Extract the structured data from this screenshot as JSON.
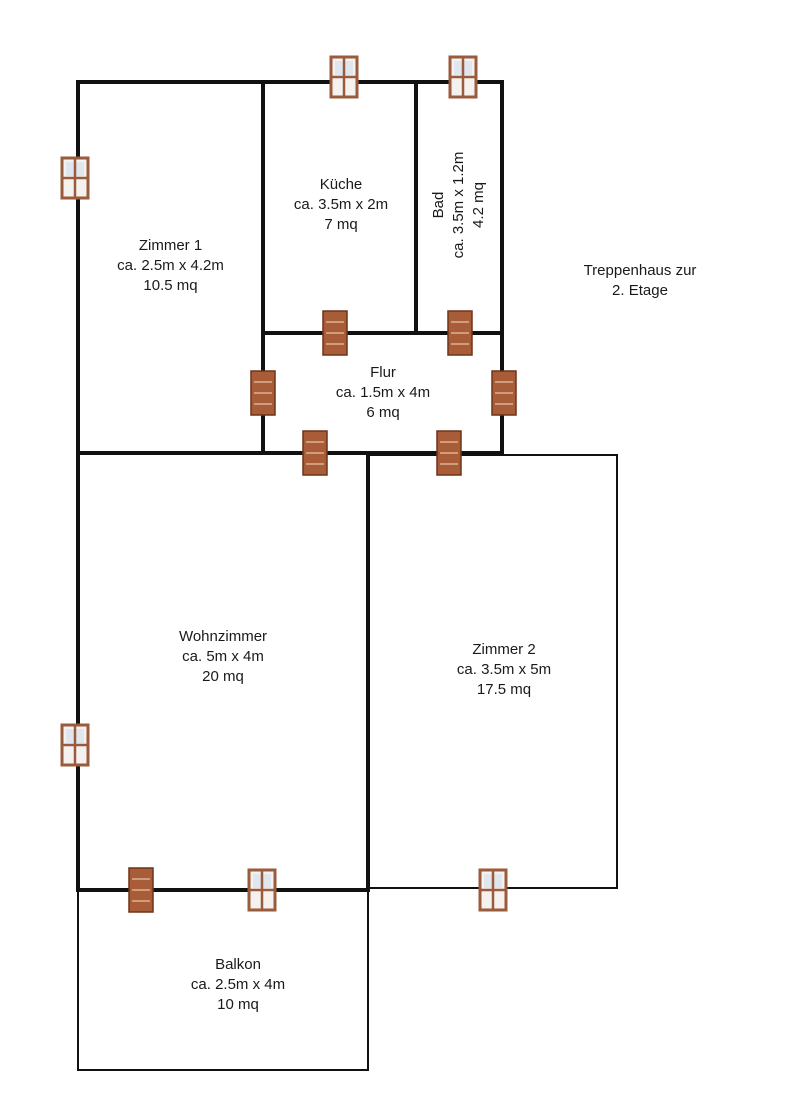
{
  "rooms": {
    "zimmer1": {
      "name": "Zimmer 1",
      "dims": "ca. 2.5m x 4.2m",
      "area": "10.5 mq"
    },
    "kueche": {
      "name": "Küche",
      "dims": "ca. 3.5m x 2m",
      "area": "7 mq"
    },
    "bad": {
      "name": "Bad",
      "dims": "ca. 3.5m x 1.2m",
      "area": "4.2 mq"
    },
    "flur": {
      "name": "Flur",
      "dims": "ca. 1.5m x 4m",
      "area": "6 mq"
    },
    "wohnzimmer": {
      "name": "Wohnzimmer",
      "dims": "ca. 5m x 4m",
      "area": "20 mq"
    },
    "zimmer2": {
      "name": "Zimmer 2",
      "dims": "ca. 3.5m x 5m",
      "area": "17.5 mq"
    },
    "balkon": {
      "name": "Balkon",
      "dims": "ca. 2.5m x 4m",
      "area": "10 mq"
    }
  },
  "stairwell": {
    "line1": "Treppenhaus zur",
    "line2": "2. Etage"
  },
  "colors": {
    "wall": "#111111",
    "door": "#a85c38",
    "window_frame": "#9a5a3c",
    "background": "#ffffff"
  }
}
